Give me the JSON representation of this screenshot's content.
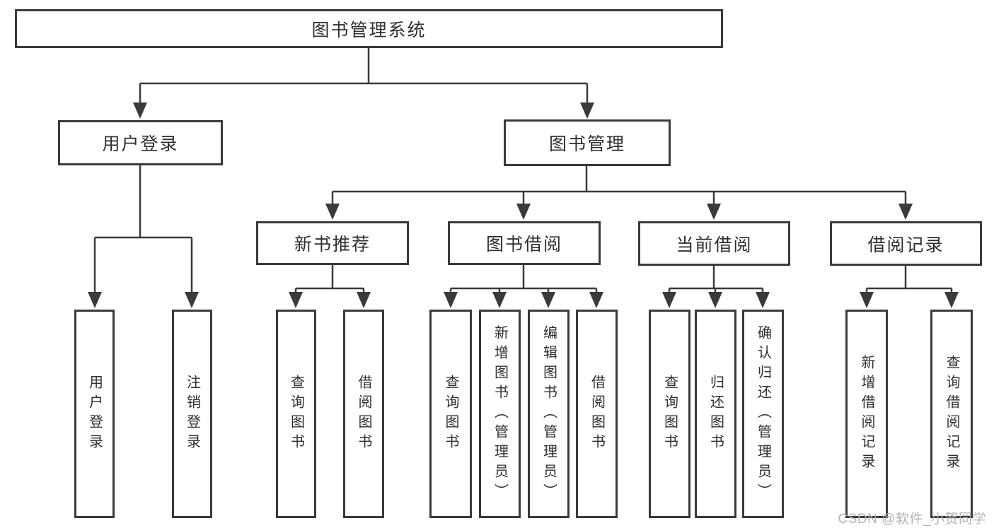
{
  "nodes": {
    "root": "图书管理系统",
    "user_login": "用户登录",
    "book_mgmt": "图书管理",
    "new_book_rec": "新书推荐",
    "book_borrow": "图书借阅",
    "current_borrow": "当前借阅",
    "borrow_records": "借阅记录",
    "leaf_user_login": "用户登录",
    "leaf_logout": "注销登录",
    "leaf_query_books_recommend": "查询图书",
    "leaf_borrow_books_recommend": "借阅图书",
    "leaf_query_books_borrow": "查询图书",
    "leaf_add_books_admin": "新增图书（管理员）",
    "leaf_edit_books_admin": "编辑图书（管理员）",
    "leaf_borrow_books_borrow": "借阅图书",
    "leaf_query_books_current": "查询图书",
    "leaf_return_books": "归还图书",
    "leaf_confirm_return_admin": "确认归还（管理员）",
    "leaf_add_borrow_record": "新增借阅记录",
    "leaf_query_borrow_record": "查询借阅记录"
  },
  "watermark": "CSDN @软件_小贺同学",
  "colors": {
    "line": "#3a3a3a",
    "text": "#2f2f2f",
    "watermark": "#b3b3b3",
    "background": "#ffffff"
  }
}
